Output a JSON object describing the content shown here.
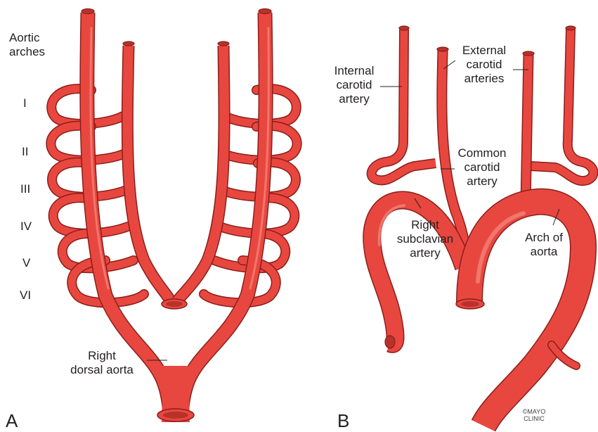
{
  "colors": {
    "artery_fill": "#e8473f",
    "artery_outline": "#8a1e1a",
    "artery_highlight": "#f58a80",
    "lumen": "#b8322c",
    "leader": "#231f20"
  },
  "panel_a": {
    "letter": "A",
    "heading_line1": "Aortic",
    "heading_line2": "arches",
    "arches": [
      "I",
      "II",
      "III",
      "IV",
      "V",
      "VI"
    ],
    "right_dorsal_aorta": [
      "Right",
      "dorsal aorta"
    ]
  },
  "panel_b": {
    "letter": "B",
    "internal_carotid": [
      "Internal",
      "carotid",
      "artery"
    ],
    "external_carotid": [
      "External",
      "carotid",
      "arteries"
    ],
    "common_carotid": [
      "Common",
      "carotid",
      "artery"
    ],
    "right_subclavian": [
      "Right",
      "subclavian",
      "artery"
    ],
    "arch_of_aorta": [
      "Arch of",
      "aorta"
    ]
  },
  "credit": [
    "©MAYO",
    "CLINIC"
  ]
}
